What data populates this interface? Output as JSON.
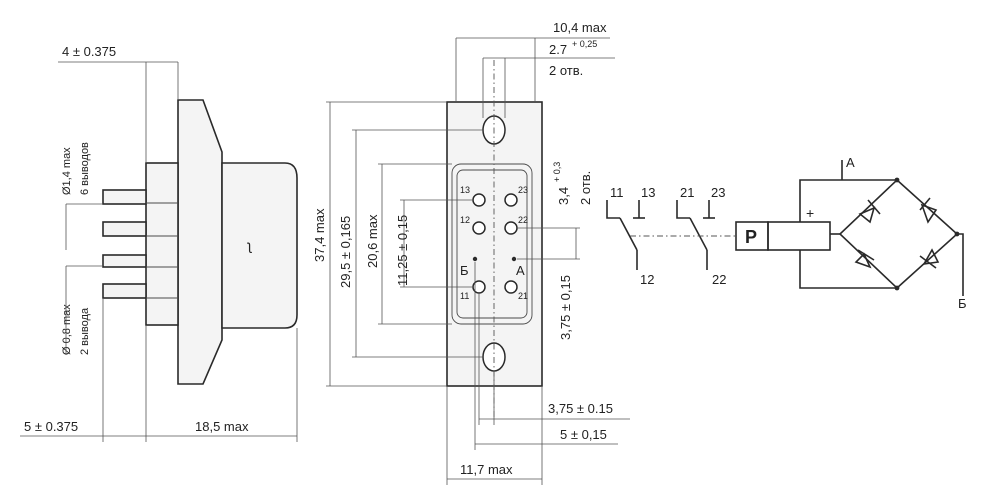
{
  "side_view": {
    "dim_top": "4 ± 0.375",
    "dim_pin_diam_1": "Ø1,4 max",
    "dim_pin_count_1": "6 выводов",
    "dim_pin_diam_2": "Ø 0,8 max",
    "dim_pin_count_2": "2 вывода",
    "dim_bottom_left": "5 ± 0.375",
    "dim_bottom_length": "18,5 max",
    "body_mark": "ʅ"
  },
  "front_view": {
    "dim_width_top": "10,4 max",
    "dim_hole": "2.7",
    "dim_hole_tol": "+ 0,25",
    "dim_hole_count": "2 отв.",
    "dim_hole_right": "3,4",
    "dim_hole_right_tol": "+ 0,3",
    "dim_hole_right_count": "2 отв.",
    "dim_total_height": "37,4 max",
    "dim_hole_spacing": "29,5 ± 0,165",
    "dim_window_height": "20,6 max",
    "dim_pin_span": "11,25 ± 0,15",
    "dim_pin_offset_right": "3,75 ± 0,15",
    "dim_pin_x_offset": "3,75 ± 0.15",
    "dim_x_offset": "5 ± 0,15",
    "dim_width_bottom": "11,7 max",
    "pins": {
      "p13": "13",
      "p23": "23",
      "p12": "12",
      "p22": "22",
      "mark_b": "Б",
      "mark_a": "А",
      "p11": "11",
      "p21": "21"
    }
  },
  "schematic": {
    "contact_11": "11",
    "contact_13": "13",
    "contact_12": "12",
    "contact_21": "21",
    "contact_23": "23",
    "contact_22": "22",
    "coil_label": "Р",
    "plus_sign": "+",
    "terminal_a": "А",
    "terminal_b": "Б"
  }
}
